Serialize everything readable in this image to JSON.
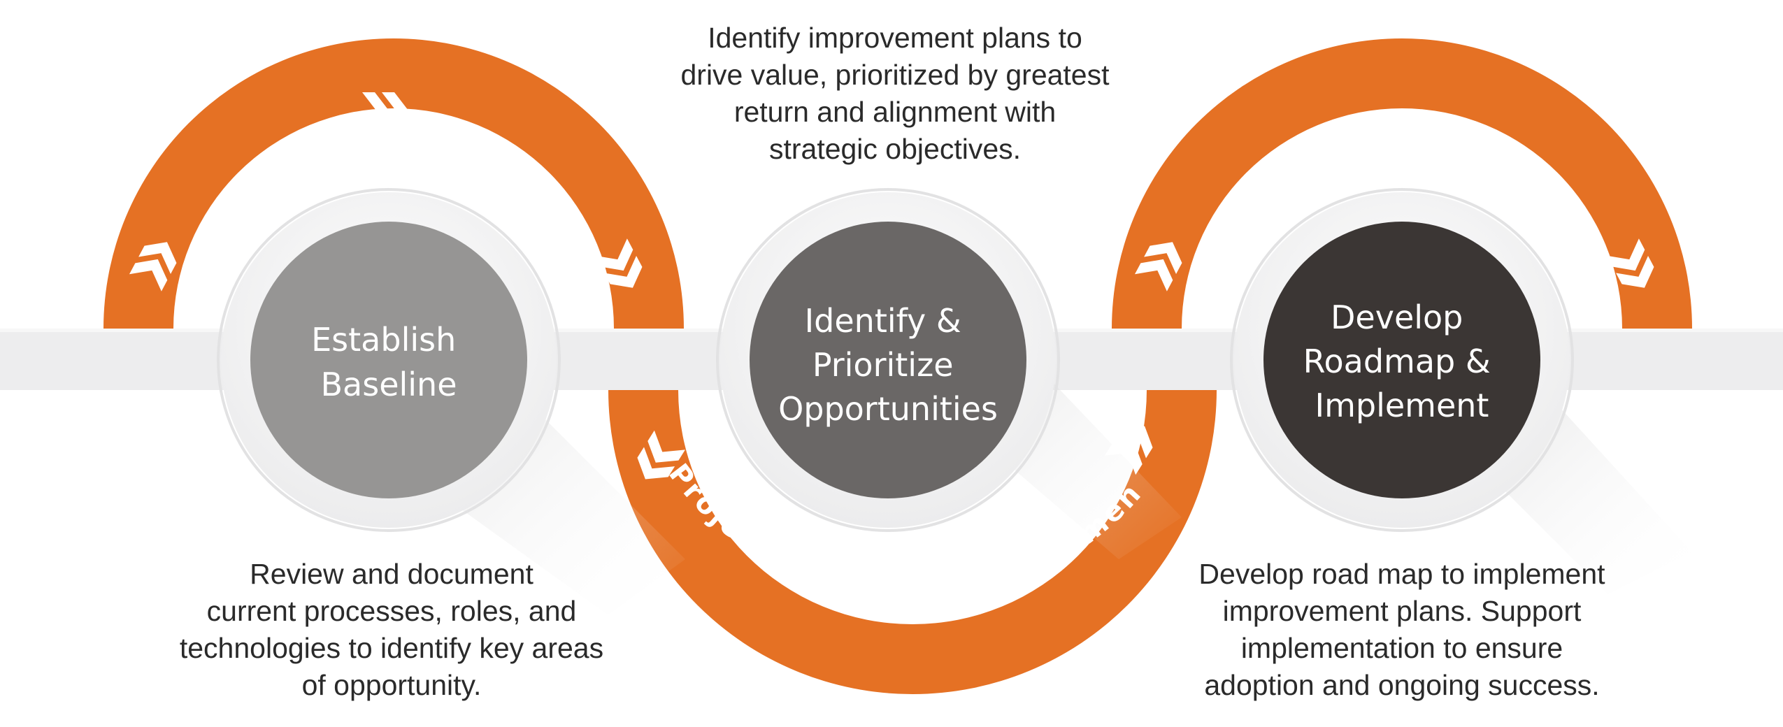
{
  "colors": {
    "orange": "#E57124",
    "band": "#EDEDEE",
    "ring": "#F2F2F3",
    "step1_fill": "#969594",
    "step2_fill": "#6A6766",
    "step3_fill": "#3B3634",
    "label_text": "#FFFFFF",
    "body_text": "#2A2A2A"
  },
  "steps": [
    {
      "label_lines": [
        "Establish",
        "Baseline"
      ],
      "description_lines": [
        "Review and document",
        "current processes, roles, and",
        "technologies to identify key areas",
        "of opportunity."
      ]
    },
    {
      "label_lines": [
        "Identify &",
        "Prioritize",
        "Opportunities"
      ],
      "description_lines": [
        "Identify improvement plans to",
        "drive value, prioritized by greatest",
        "return and alignment with",
        "strategic objectives."
      ]
    },
    {
      "label_lines": [
        "Develop",
        "Roadmap &",
        "Implement"
      ],
      "description_lines": [
        "Develop road map to implement",
        "improvement plans. Support",
        "implementation to ensure",
        "adoption and ongoing success."
      ]
    }
  ],
  "arc_label": "Project & Change Management",
  "icons": [
    "double-chevron-icon"
  ]
}
